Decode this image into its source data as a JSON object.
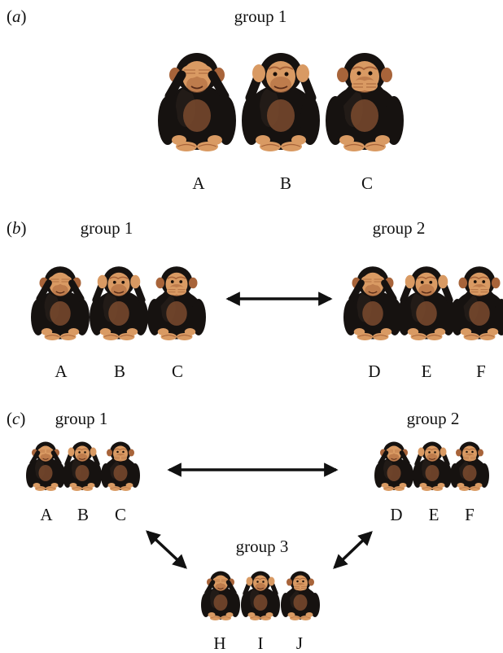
{
  "panels": [
    {
      "label_prefix": "(",
      "label_letter": "a",
      "label_suffix": ")",
      "groups": [
        {
          "title": "group 1",
          "members": [
            "A",
            "B",
            "C"
          ],
          "poses": [
            "see",
            "hear",
            "speak"
          ]
        }
      ]
    },
    {
      "label_prefix": "(",
      "label_letter": "b",
      "label_suffix": ")",
      "groups": [
        {
          "title": "group 1",
          "members": [
            "A",
            "B",
            "C"
          ],
          "poses": [
            "see",
            "hear",
            "speak"
          ]
        },
        {
          "title": "group 2",
          "members": [
            "D",
            "E",
            "F"
          ],
          "poses": [
            "see",
            "hear",
            "speak"
          ]
        }
      ]
    },
    {
      "label_prefix": "(",
      "label_letter": "c",
      "label_suffix": ")",
      "groups": [
        {
          "title": "group 1",
          "members": [
            "A",
            "B",
            "C"
          ],
          "poses": [
            "see",
            "hear",
            "speak"
          ]
        },
        {
          "title": "group 2",
          "members": [
            "D",
            "E",
            "F"
          ],
          "poses": [
            "see",
            "hear",
            "speak"
          ]
        },
        {
          "title": "group 3",
          "members": [
            "H",
            "I",
            "J"
          ],
          "poses": [
            "see",
            "hear",
            "speak"
          ]
        }
      ]
    }
  ],
  "colors": {
    "fur": "#161210",
    "fur_highlight": "#2c221c",
    "skin": "#d99a63",
    "skin_shade": "#a8643a",
    "chest": "#7a4a2e",
    "arrow": "#111111"
  }
}
